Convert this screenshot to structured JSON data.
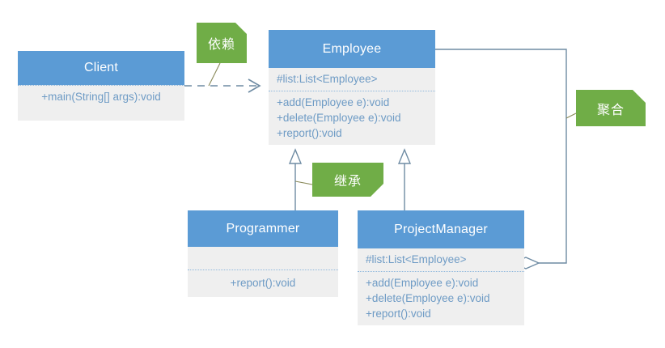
{
  "diagram": {
    "type": "uml-class-diagram",
    "title": "",
    "colors": {
      "header": "#5b9bd5",
      "body": "#efefef",
      "text": "#6e9bc5",
      "note": "#70ad47",
      "edge": "#6e8ba3",
      "separator": "#8fb8dd"
    }
  },
  "classes": [
    {
      "id": "client",
      "name": "Client",
      "attributes": [],
      "methods": [
        "+main(String[] args):void"
      ]
    },
    {
      "id": "employee",
      "name": "Employee",
      "attributes": [
        "#list:List<Employee>"
      ],
      "methods": [
        "+add(Employee e):void",
        "+delete(Employee e):void",
        "+report():void"
      ]
    },
    {
      "id": "programmer",
      "name": "Programmer",
      "attributes": [],
      "methods": [
        "+report():void"
      ]
    },
    {
      "id": "projectmanager",
      "name": "ProjectManager",
      "attributes": [
        "#list:List<Employee>"
      ],
      "methods": [
        "+add(Employee e):void",
        "+delete(Employee e):void",
        "+report():void"
      ]
    }
  ],
  "notes": [
    {
      "id": "dependency",
      "label": "依赖"
    },
    {
      "id": "inheritance",
      "label": "继承"
    },
    {
      "id": "aggregation",
      "label": "聚合"
    }
  ],
  "relationships": [
    {
      "id": "client-employee",
      "kind": "dependency",
      "from": "Client",
      "to": "Employee",
      "note": "依赖"
    },
    {
      "id": "programmer-employee",
      "kind": "generalization",
      "from": "Programmer",
      "to": "Employee",
      "note": "继承"
    },
    {
      "id": "projectmanager-employee",
      "kind": "generalization",
      "from": "ProjectManager",
      "to": "Employee",
      "note": "继承"
    },
    {
      "id": "employee-projectmanager",
      "kind": "aggregation",
      "from": "Employee",
      "to": "ProjectManager",
      "note": "聚合"
    }
  ]
}
